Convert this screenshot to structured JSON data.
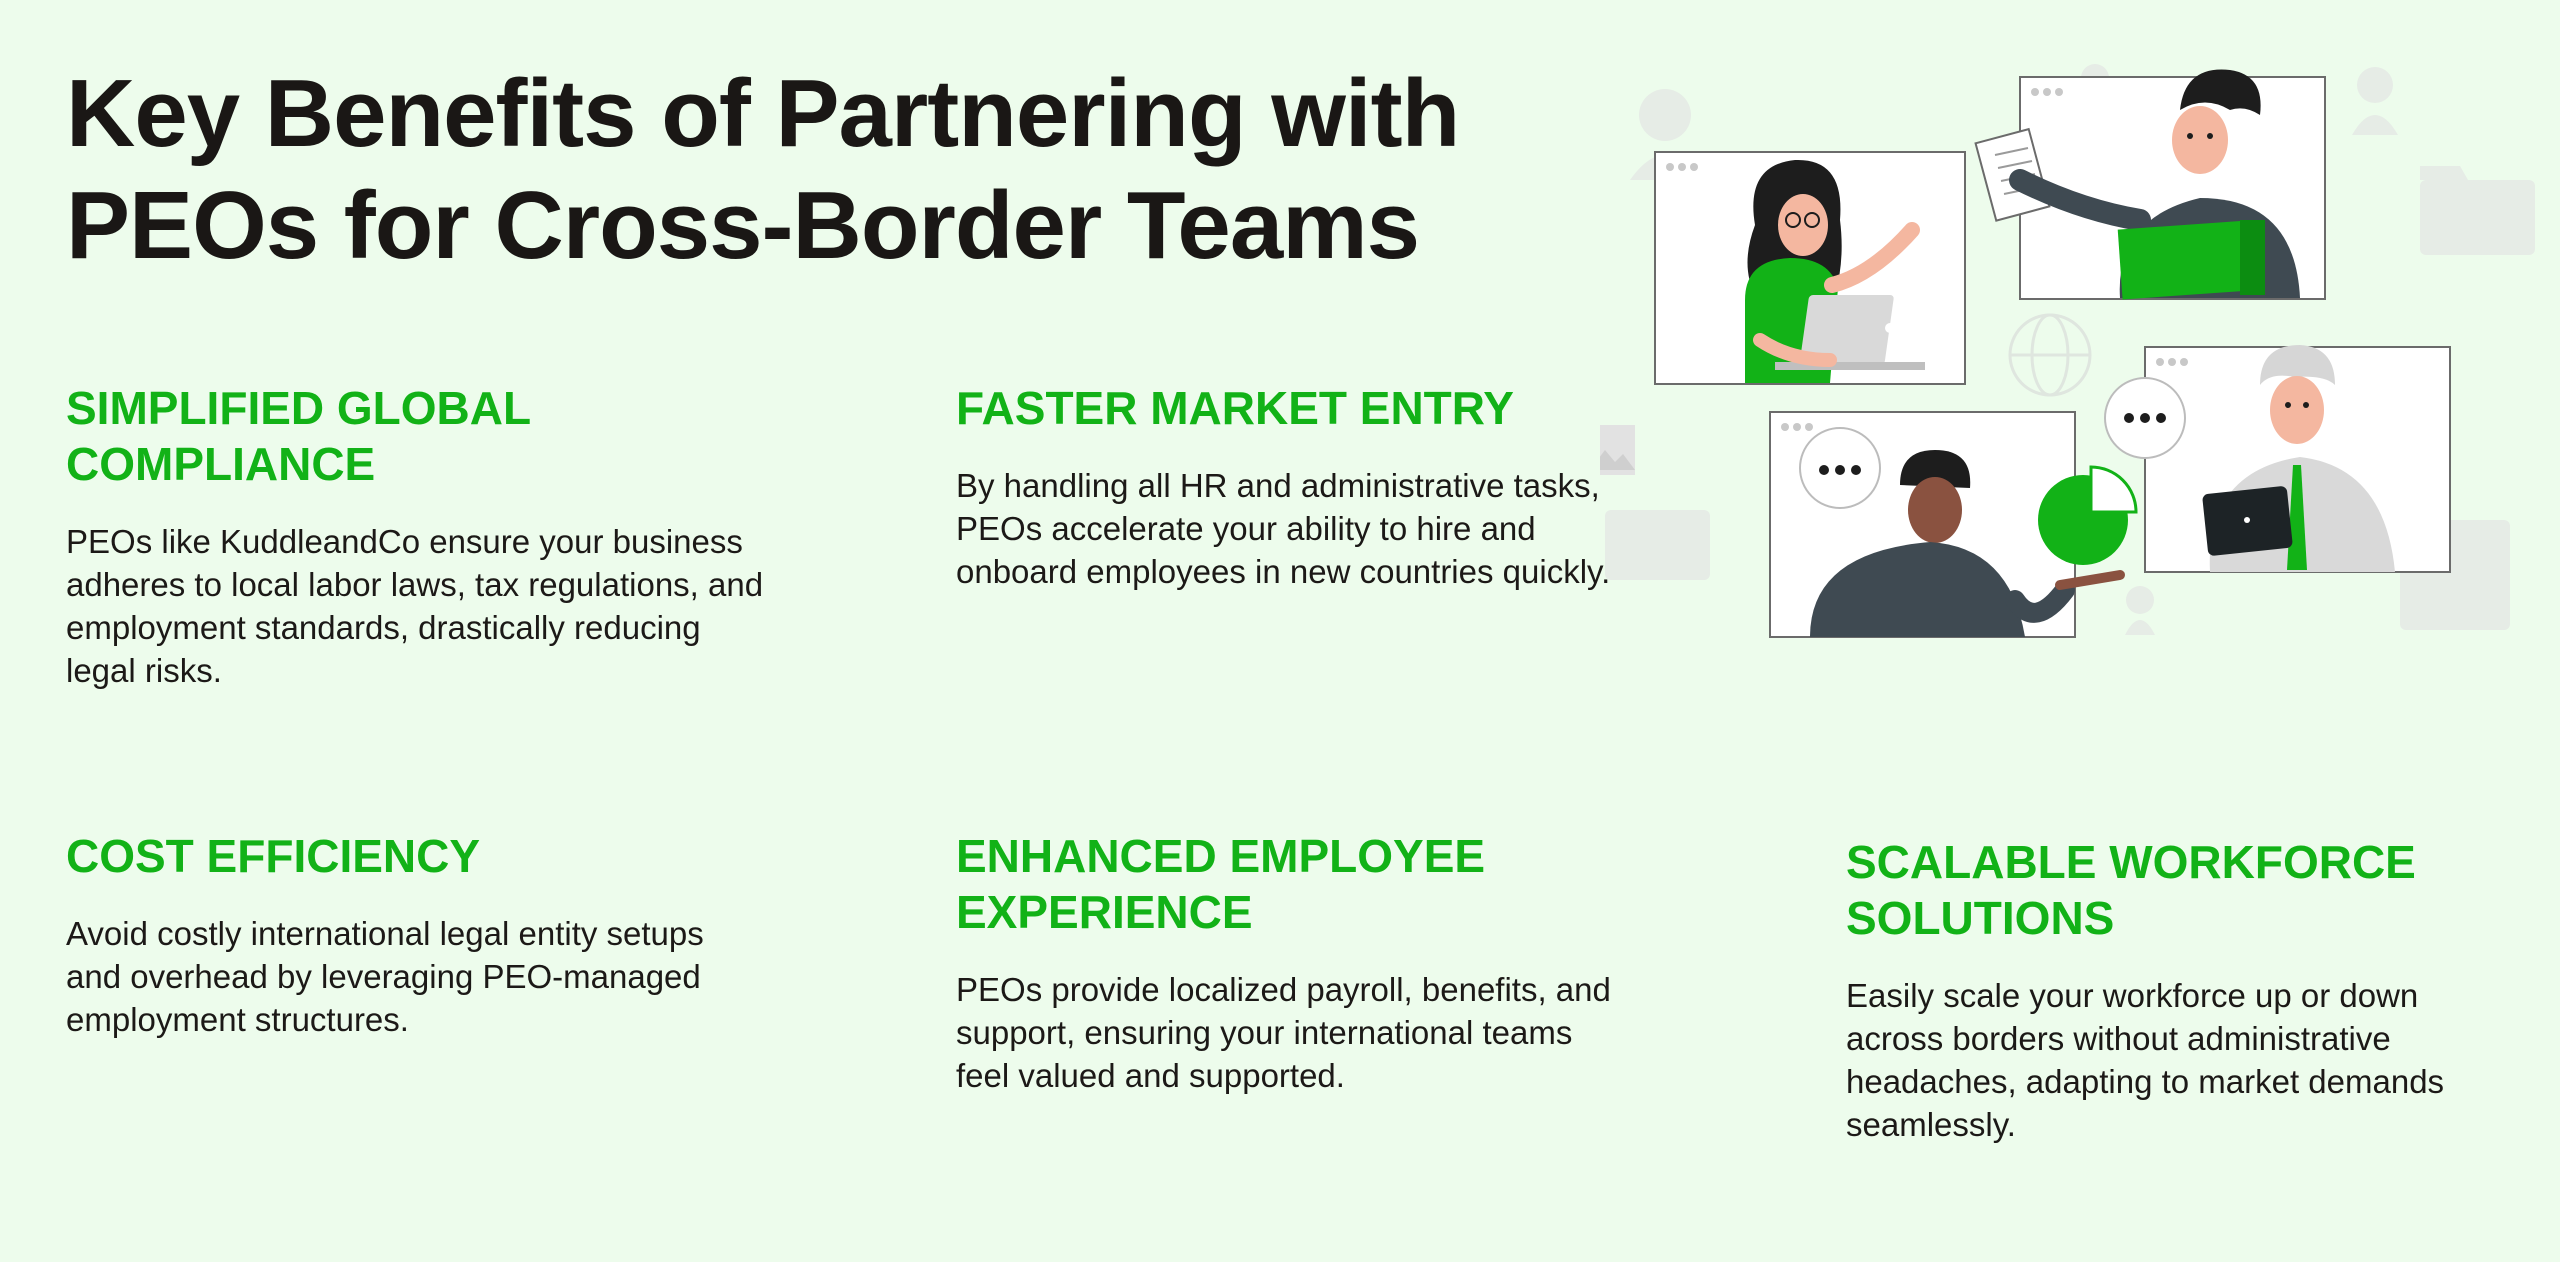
{
  "title_line1": "Key Benefits of Partnering with",
  "title_line2": "PEOs for Cross-Border Teams",
  "benefits": [
    {
      "heading": "SIMPLIFIED GLOBAL COMPLIANCE",
      "body": "PEOs like KuddleandCo ensure your business adheres to local labor laws, tax regulations, and employment standards, drastically reducing legal risks."
    },
    {
      "heading": "FASTER MARKET ENTRY",
      "body": "By handling all HR and administrative tasks, PEOs accelerate your ability to hire and onboard employees in new countries quickly."
    },
    {
      "heading": "COST EFFICIENCY",
      "body": "Avoid costly international legal entity setups and overhead by leveraging PEO-managed employment structures."
    },
    {
      "heading": "ENHANCED EMPLOYEE EXPERIENCE",
      "body": "PEOs provide localized payroll, benefits, and support, ensuring your international teams feel valued and supported."
    },
    {
      "heading": "SCALABLE WORKFORCE SOLUTIONS",
      "body": "Easily scale your workforce up or down across borders without administrative headaches, adapting to market demands seamlessly."
    }
  ],
  "colors": {
    "background": "#edfcec",
    "accent": "#12b217",
    "text": "#1a1715"
  },
  "illustration": {
    "icons": [
      "video-call-window-icon",
      "person-icon",
      "chat-bubble-icon",
      "pie-chart-icon",
      "laptop-icon",
      "tablet-icon",
      "document-icon",
      "folder-icon",
      "globe-icon",
      "image-icon"
    ]
  }
}
